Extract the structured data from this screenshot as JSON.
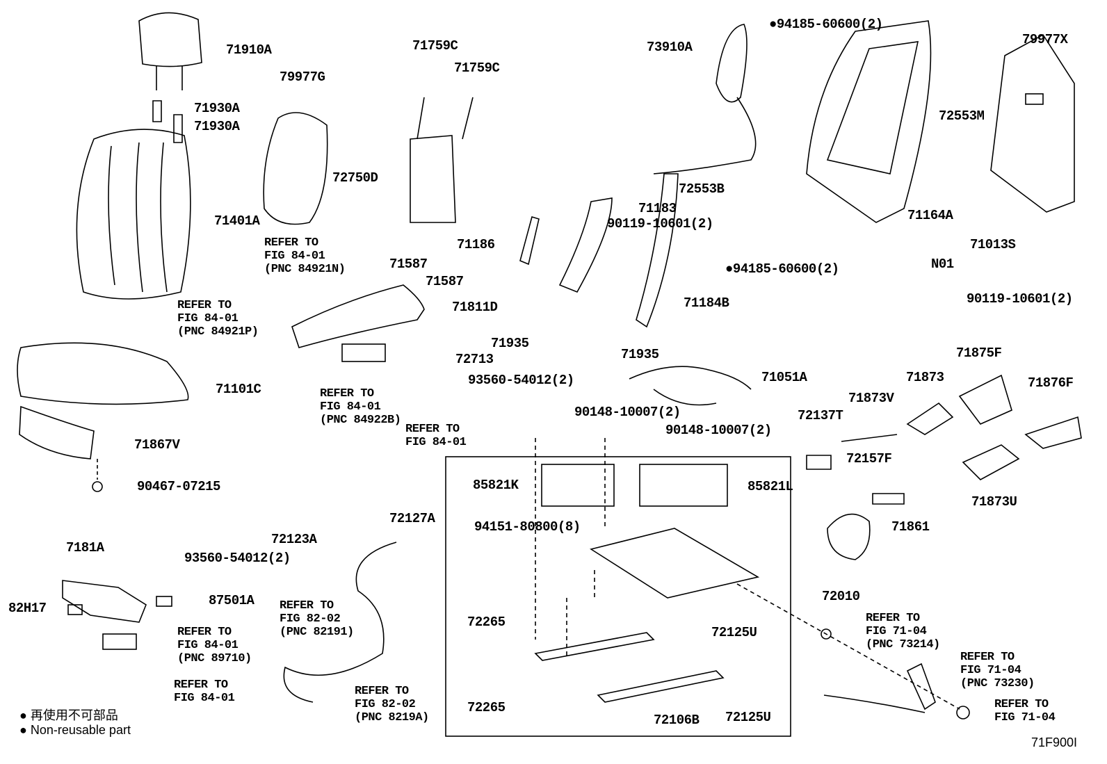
{
  "labels": [
    "71910A",
    "71930A",
    "71930A",
    "79977G",
    "71401A",
    "REFER TO\nFIG 84-01\n(PNC 84921N)",
    "REFER TO\nFIG 84-01\n(PNC 84921P)",
    "71101C",
    "71867V",
    "90467-07215",
    "71759C",
    "71759C",
    "72750D",
    "71587",
    "71587",
    "71811D",
    "72713",
    "93560-54012(2)",
    "REFER TO\nFIG 84-01\n(PNC 84922B)",
    "REFER TO\nFIG 84-01",
    "71186",
    "71935",
    "71183",
    "90119-10601(2)",
    "71184B",
    "71935",
    "71051A",
    "73910A",
    "●94185-60600(2)",
    "79977X",
    "72553M",
    "72553B",
    "71164A",
    "71013S",
    "N01",
    "●94185-60600(2)",
    "90119-10601(2)",
    "90148-10007(2)",
    "90148-10007(2)",
    "85821K",
    "85821L",
    "94151-80800(8)",
    "72123A",
    "72127A",
    "7181A",
    "93560-54012(2)",
    "87501A",
    "82H17",
    "REFER TO\nFIG 84-01\n(PNC 89710)",
    "REFER TO\nFIG 84-01",
    "REFER TO\nFIG 82-02\n(PNC 82191)",
    "REFER TO\nFIG 82-02\n(PNC 8219A)",
    "72265",
    "72265",
    "72106B",
    "72125U",
    "72125U",
    "72010",
    "72137T",
    "71873V",
    "71873",
    "71875F",
    "71876F",
    "72157F",
    "71873U",
    "71861",
    "REFER TO\nFIG 71-04\n(PNC 73214)",
    "REFER TO\nFIG 71-04\n(PNC 73230)",
    "REFER TO\nFIG 71-04"
  ],
  "legend": {
    "jp": "● 再使用不可部品",
    "en": "● Non-reusable part"
  },
  "figure_code": "71F900I"
}
